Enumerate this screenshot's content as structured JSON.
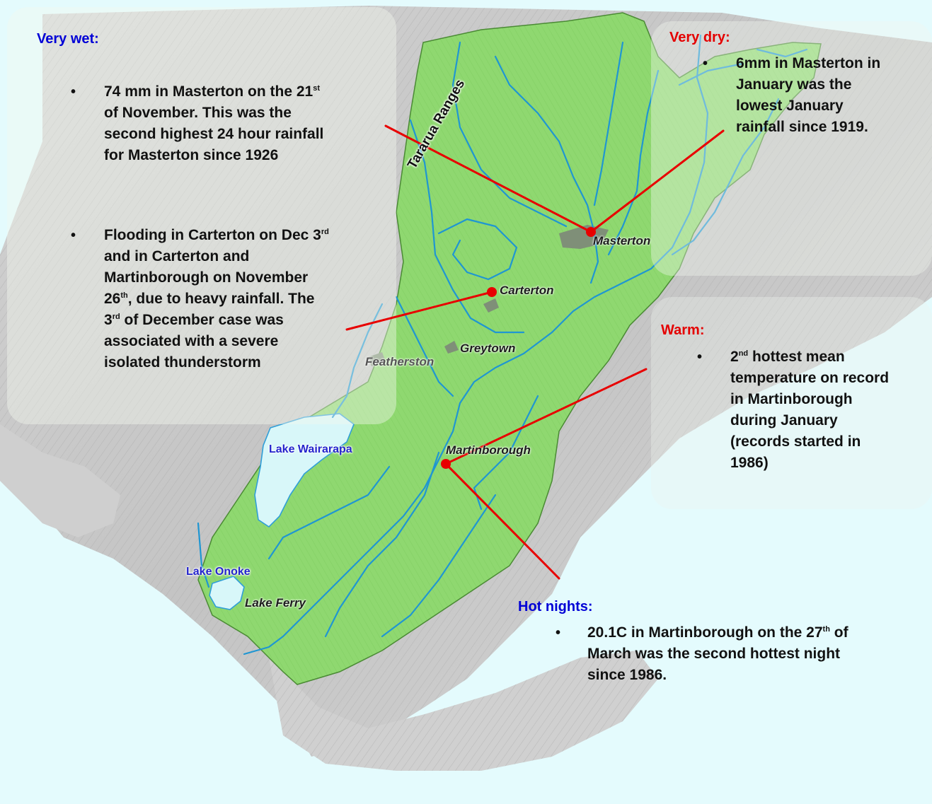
{
  "colors": {
    "catchment": "#8fd870",
    "river": "#1f96d2",
    "leader_line": "#e80000",
    "wet_heading": "#0000d6",
    "dry_heading": "#e40000",
    "lake_label": "#2424cc"
  },
  "map_labels": {
    "range": "Tararua Ranges",
    "masterton": "Masterton",
    "carterton": "Carterton",
    "greytown": "Greytown",
    "featherston": "Featherston",
    "martinborough": "Martinborough",
    "lake_wairarapa": "Lake Wairarapa",
    "lake_onoke": "Lake Onoke",
    "lake_ferry": "Lake Ferry"
  },
  "very_wet": {
    "heading": "Very wet:",
    "bullet1": {
      "l1a": "74 mm in Masterton on the 21",
      "l1sup": "st",
      "l2": "of November. This was the",
      "l3": "second highest 24 hour rainfall",
      "l4": "for Masterton since 1926"
    },
    "bullet2": {
      "l1a": "Flooding in Carterton on Dec 3",
      "l1sup": "rd",
      "l2": "and in Carterton and",
      "l3": "Martinborough on November",
      "l4a": "26",
      "l4sup": "th",
      "l4b": ", due to heavy rainfall. The",
      "l5a": "3",
      "l5sup": "rd",
      "l5b": " of December case was",
      "l6": "associated with a severe",
      "l7": "isolated thunderstorm"
    }
  },
  "very_dry": {
    "heading": "Very dry:",
    "l1": "6mm in Masterton in",
    "l2": "January was the",
    "l3": "lowest January",
    "l4": "rainfall since 1919."
  },
  "warm": {
    "heading": "Warm:",
    "l1a": "2",
    "l1sup": "nd",
    "l1b": " hottest mean",
    "l2": "temperature on record",
    "l3": "in Martinborough",
    "l4": "during January",
    "l5": "(records started in",
    "l6": "1986)"
  },
  "hot_nights": {
    "heading": "Hot nights:",
    "l1a": "20.1C in Martinborough on the 27",
    "l1sup": "th",
    "l1b": " of",
    "l2": "March was the second hottest night",
    "l3": "since 1986."
  },
  "bullet_glyph": "•"
}
